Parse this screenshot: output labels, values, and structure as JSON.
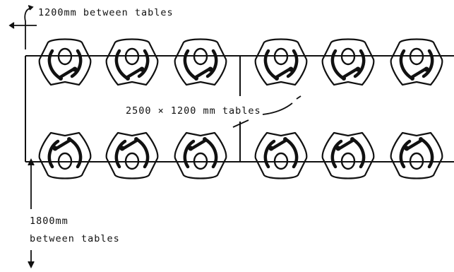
{
  "labels": {
    "gap_top": "1200mm between tables",
    "table_size": "2500 × 1200 mm tables",
    "gap_bottom_line1": "1800mm",
    "gap_bottom_line2": "between tables"
  },
  "diagram": {
    "tables": 2,
    "seats_per_row": 6,
    "rows_of_seating": 2,
    "top_row_facing": "down",
    "bottom_row_facing": "up"
  }
}
